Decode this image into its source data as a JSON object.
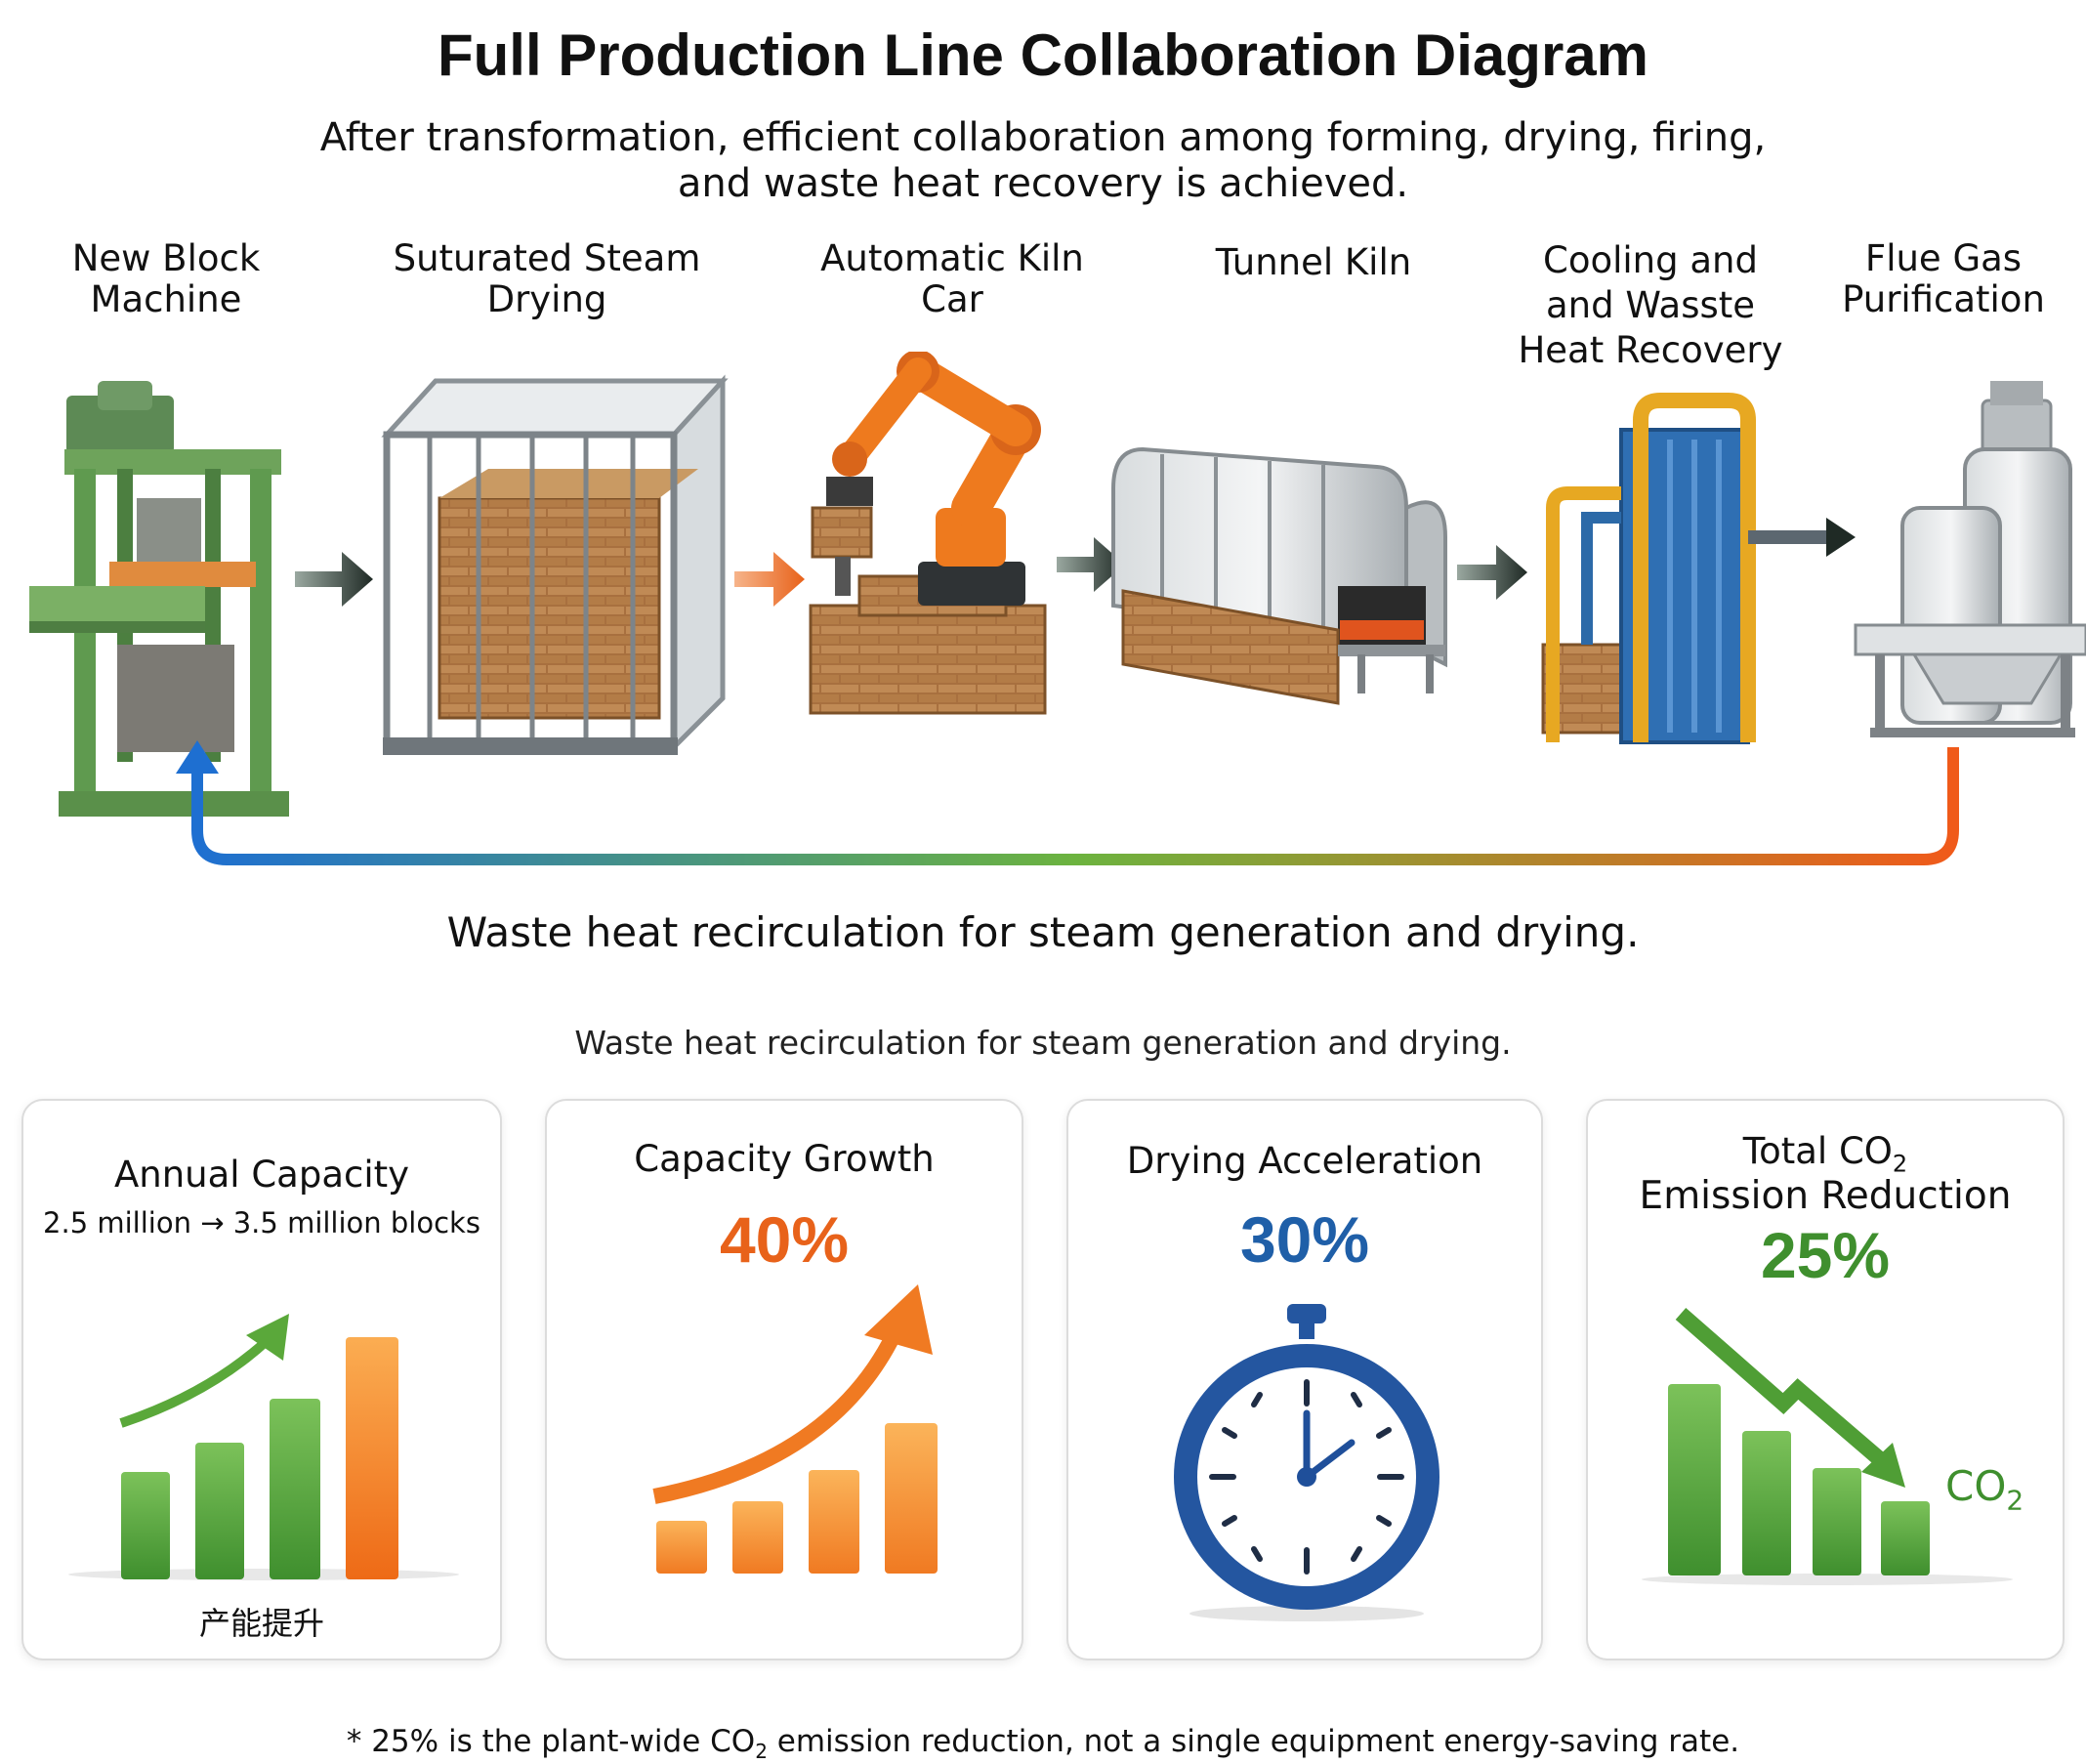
{
  "header": {
    "title": "Full Production Line Collaboration Diagram",
    "subtitle_line1": "After transformation, efficient collaboration among forming, drying, firing,",
    "subtitle_line2": "and waste heat recovery is achieved."
  },
  "stages": [
    {
      "lines": [
        "New Block",
        "Machine"
      ],
      "icon": "block-machine-icon"
    },
    {
      "lines": [
        "Suturated Steam",
        "Drying"
      ],
      "icon": "steam-drying-cage-icon"
    },
    {
      "lines": [
        "Automatic Kiln",
        "Car"
      ],
      "icon": "robot-arm-icon"
    },
    {
      "lines": [
        "Tunnel Kiln"
      ],
      "icon": "tunnel-kiln-icon"
    },
    {
      "lines": [
        "Cooling and",
        "and Wasste",
        "Heat Recovery"
      ],
      "icon": "heat-exchanger-icon"
    },
    {
      "lines": [
        "Flue Gas",
        "Purification"
      ],
      "icon": "flue-gas-purifier-icon"
    }
  ],
  "loop": {
    "caption": "Waste heat recirculation for steam generation and drying.",
    "caption_repeat": "Waste heat recirculation for steam generation and drying.",
    "gradient_start": "#1e6fd1",
    "gradient_mid": "#6cb33f",
    "gradient_end": "#f05a1a"
  },
  "cards": {
    "capacity": {
      "title": "Annual Capacity",
      "range_from": "2.5 million",
      "range_arrow": "→",
      "range_to": "3.5 million blocks",
      "caption": "产能提升"
    },
    "growth": {
      "title": "Capacity Growth",
      "value": "40%",
      "color": "#e8621a"
    },
    "drying": {
      "title": "Drying Acceleration",
      "value": "30%",
      "color": "#1f5fa8"
    },
    "co2": {
      "title_prefix": "Total CO",
      "title_sub": "2",
      "title_line2": "Emission Reduction",
      "value": "25%",
      "color": "#3f8f2e",
      "label_prefix": "CO",
      "label_sub": "2"
    }
  },
  "footnote": {
    "before": "* 25% is the plant-wide CO",
    "sub": "2",
    "after": " emission reduction, not a single equipment energy-saving rate."
  },
  "colors": {
    "green": "#5aa83a",
    "orange": "#f07a22",
    "blue": "#1f5fa8",
    "arrow_dark": "#2f3a35"
  }
}
